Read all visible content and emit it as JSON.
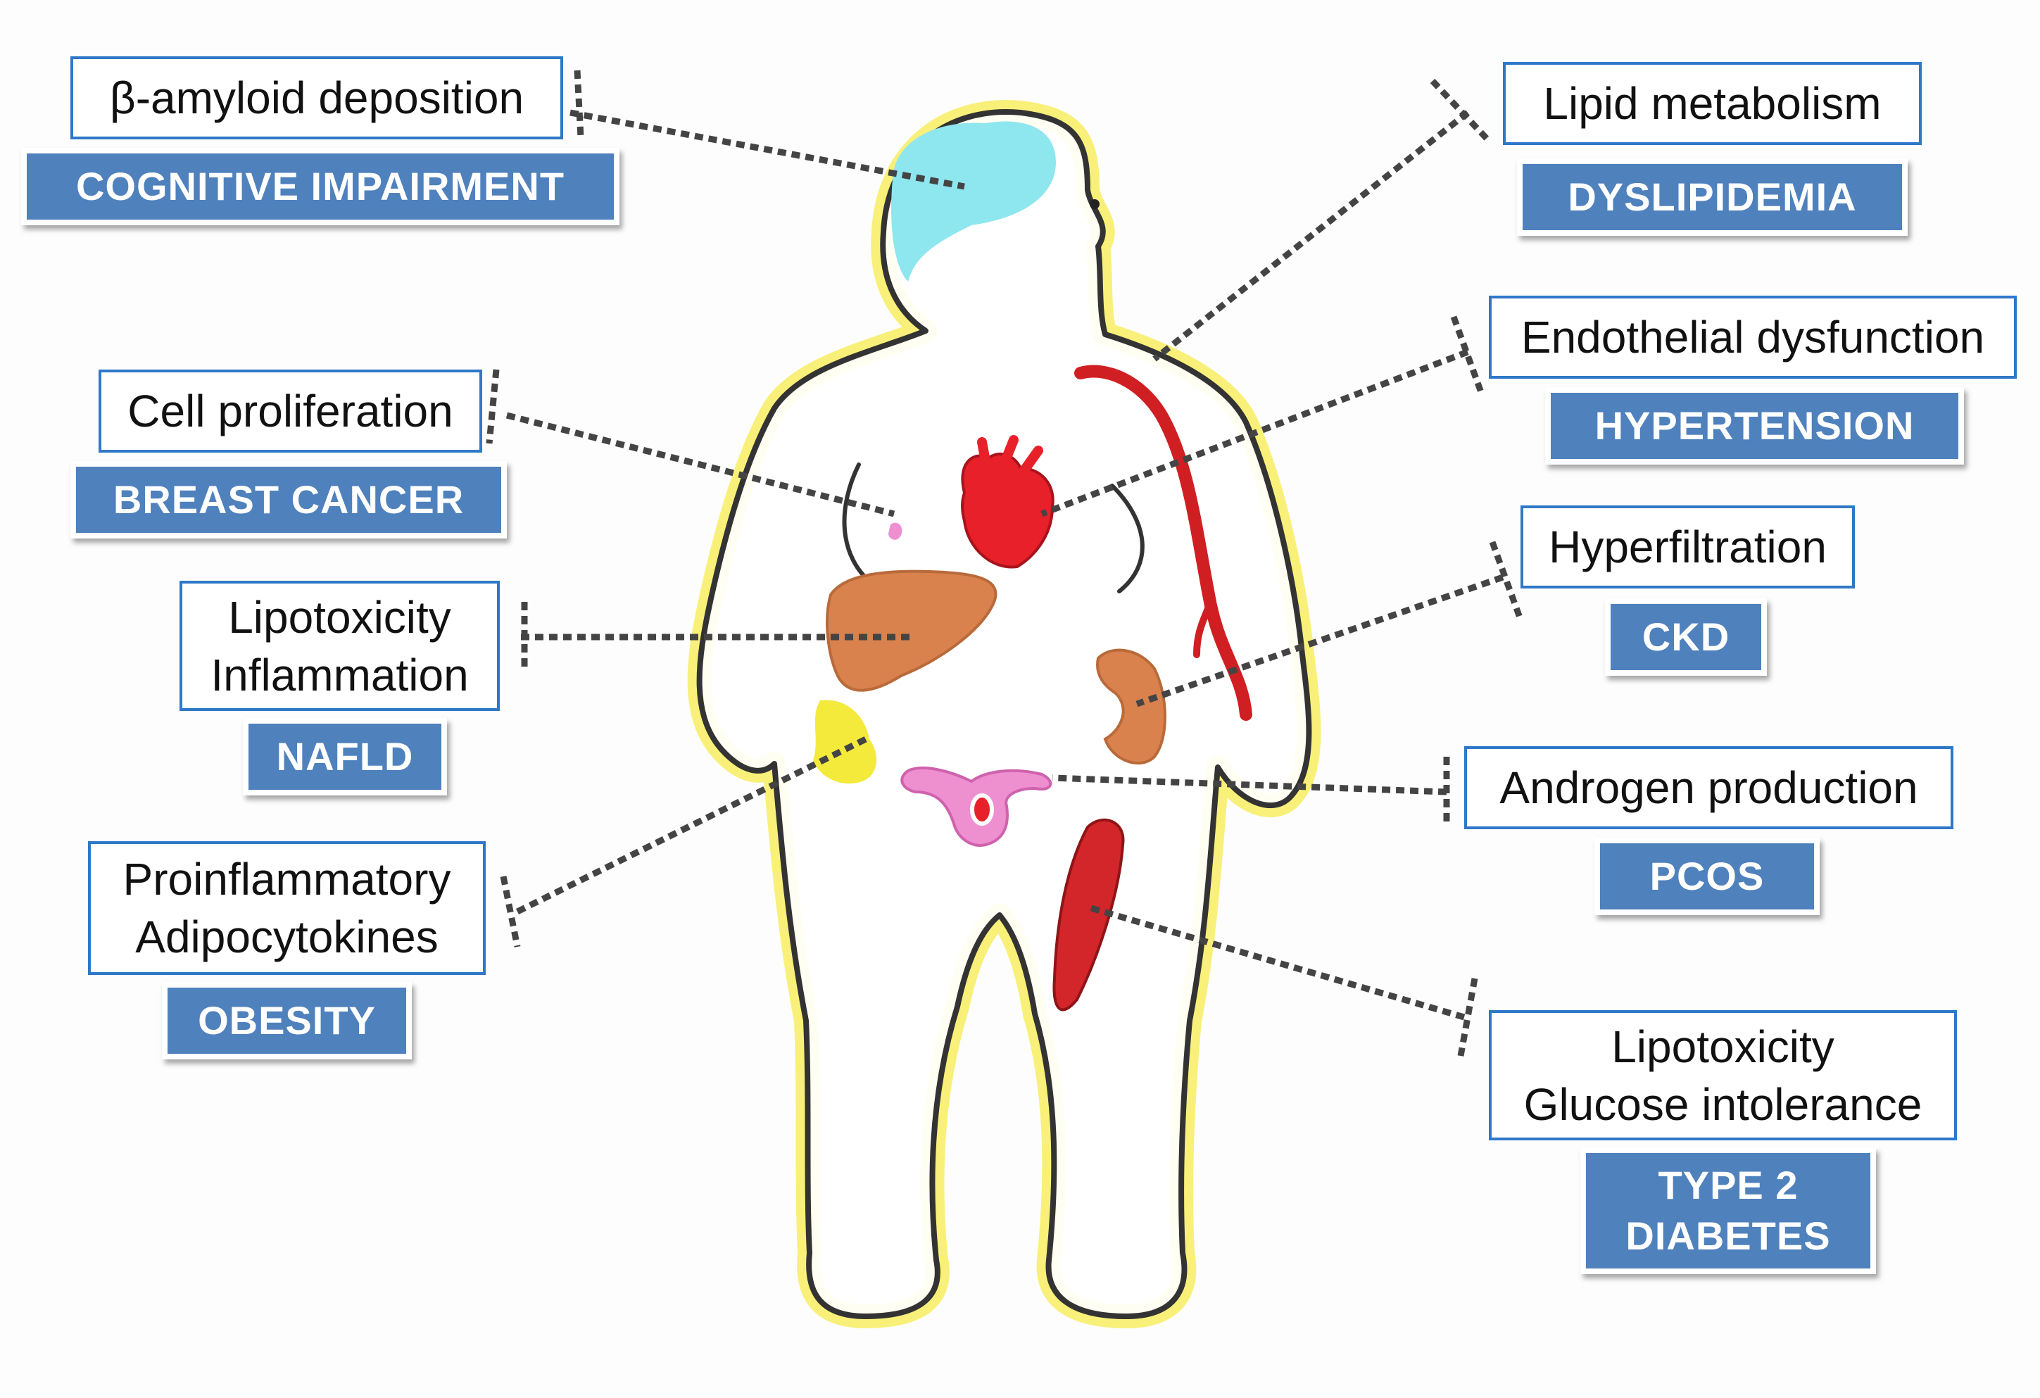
{
  "colors": {
    "label_border": "#2f78c8",
    "disease_fill": "#4f81bd",
    "fat_yellow": "#f9f07a",
    "brain_cyan": "#8ee6ee",
    "heart_red": "#e8202a",
    "liver_orange": "#d9824e",
    "muscle_red": "#d3262a",
    "uterus_pink": "#ee8fd0"
  },
  "annotations": [
    {
      "id": "brain",
      "mechanism": [
        "β-amyloid deposition"
      ],
      "disease": [
        "COGNITIVE IMPAIRMENT"
      ]
    },
    {
      "id": "breast",
      "mechanism": [
        "Cell proliferation"
      ],
      "disease": [
        "BREAST CANCER"
      ]
    },
    {
      "id": "liver",
      "mechanism": [
        "Lipotoxicity",
        "Inflammation"
      ],
      "disease": [
        "NAFLD"
      ]
    },
    {
      "id": "adipose",
      "mechanism": [
        "Proinflammatory",
        "Adipocytokines"
      ],
      "disease": [
        "OBESITY"
      ]
    },
    {
      "id": "vessel",
      "mechanism": [
        "Lipid metabolism"
      ],
      "disease": [
        "DYSLIPIDEMIA"
      ]
    },
    {
      "id": "heart",
      "mechanism": [
        "Endothelial dysfunction"
      ],
      "disease": [
        "HYPERTENSION"
      ]
    },
    {
      "id": "kidney",
      "mechanism": [
        "Hyperfiltration"
      ],
      "disease": [
        "CKD"
      ]
    },
    {
      "id": "ovary",
      "mechanism": [
        "Androgen production"
      ],
      "disease": [
        "PCOS"
      ]
    },
    {
      "id": "muscle",
      "mechanism": [
        "Lipotoxicity",
        "Glucose intolerance"
      ],
      "disease": [
        "TYPE 2",
        "DIABETES"
      ]
    }
  ]
}
